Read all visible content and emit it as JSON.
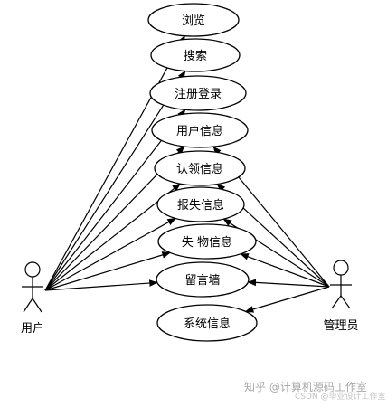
{
  "diagram": {
    "actors": {
      "user": {
        "label": "用户"
      },
      "admin": {
        "label": "管理员"
      }
    },
    "use_cases": [
      {
        "id": "browse",
        "label": "浏览",
        "user": true,
        "admin": false
      },
      {
        "id": "search",
        "label": "搜索",
        "user": true,
        "admin": false
      },
      {
        "id": "register-login",
        "label": "注册登录",
        "user": true,
        "admin": false
      },
      {
        "id": "user-info",
        "label": "用户信息",
        "user": true,
        "admin": true
      },
      {
        "id": "claim-info",
        "label": "认领信息",
        "user": true,
        "admin": true
      },
      {
        "id": "report-loss-info",
        "label": "报失信息",
        "user": true,
        "admin": true
      },
      {
        "id": "lost-item-info",
        "label": "失 物信息",
        "user": true,
        "admin": true
      },
      {
        "id": "message-wall",
        "label": "留言墙",
        "user": true,
        "admin": true
      },
      {
        "id": "system-info",
        "label": "系统信息",
        "user": false,
        "admin": true
      }
    ]
  },
  "watermark": {
    "line1": "知乎 @计算机源码工作室",
    "line2": "CSDN @毕业设计工作室"
  }
}
